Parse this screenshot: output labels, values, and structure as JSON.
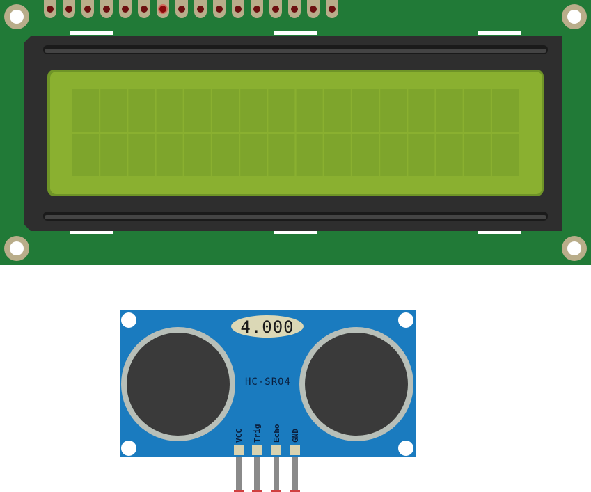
{
  "lcd": {
    "columns": 16,
    "rows": 2,
    "pin_count": 16,
    "active_pin_index": 6,
    "lines": [
      "",
      ""
    ],
    "colors": {
      "pcb": "#217a37",
      "bezel": "#2e2e2e",
      "screen": "#8ab030",
      "cell": "#7ea52c",
      "pin_pad": "#b9ad8a",
      "pin_hole": "#6b0f0f",
      "active_pin": "#c0141a"
    }
  },
  "sensor": {
    "model_label": "HC-SR04",
    "distance_display": "4.000",
    "pins": [
      {
        "label": "VCC"
      },
      {
        "label": "Trig"
      },
      {
        "label": "Echo"
      },
      {
        "label": "GND"
      }
    ],
    "colors": {
      "board": "#1a7bbf",
      "transducer_ring": "#b8bfb8",
      "transducer": "#3a3a3a",
      "display": "#dbd8b6",
      "pad": "#d8d2b0",
      "lead": "#8a8a8a"
    }
  }
}
